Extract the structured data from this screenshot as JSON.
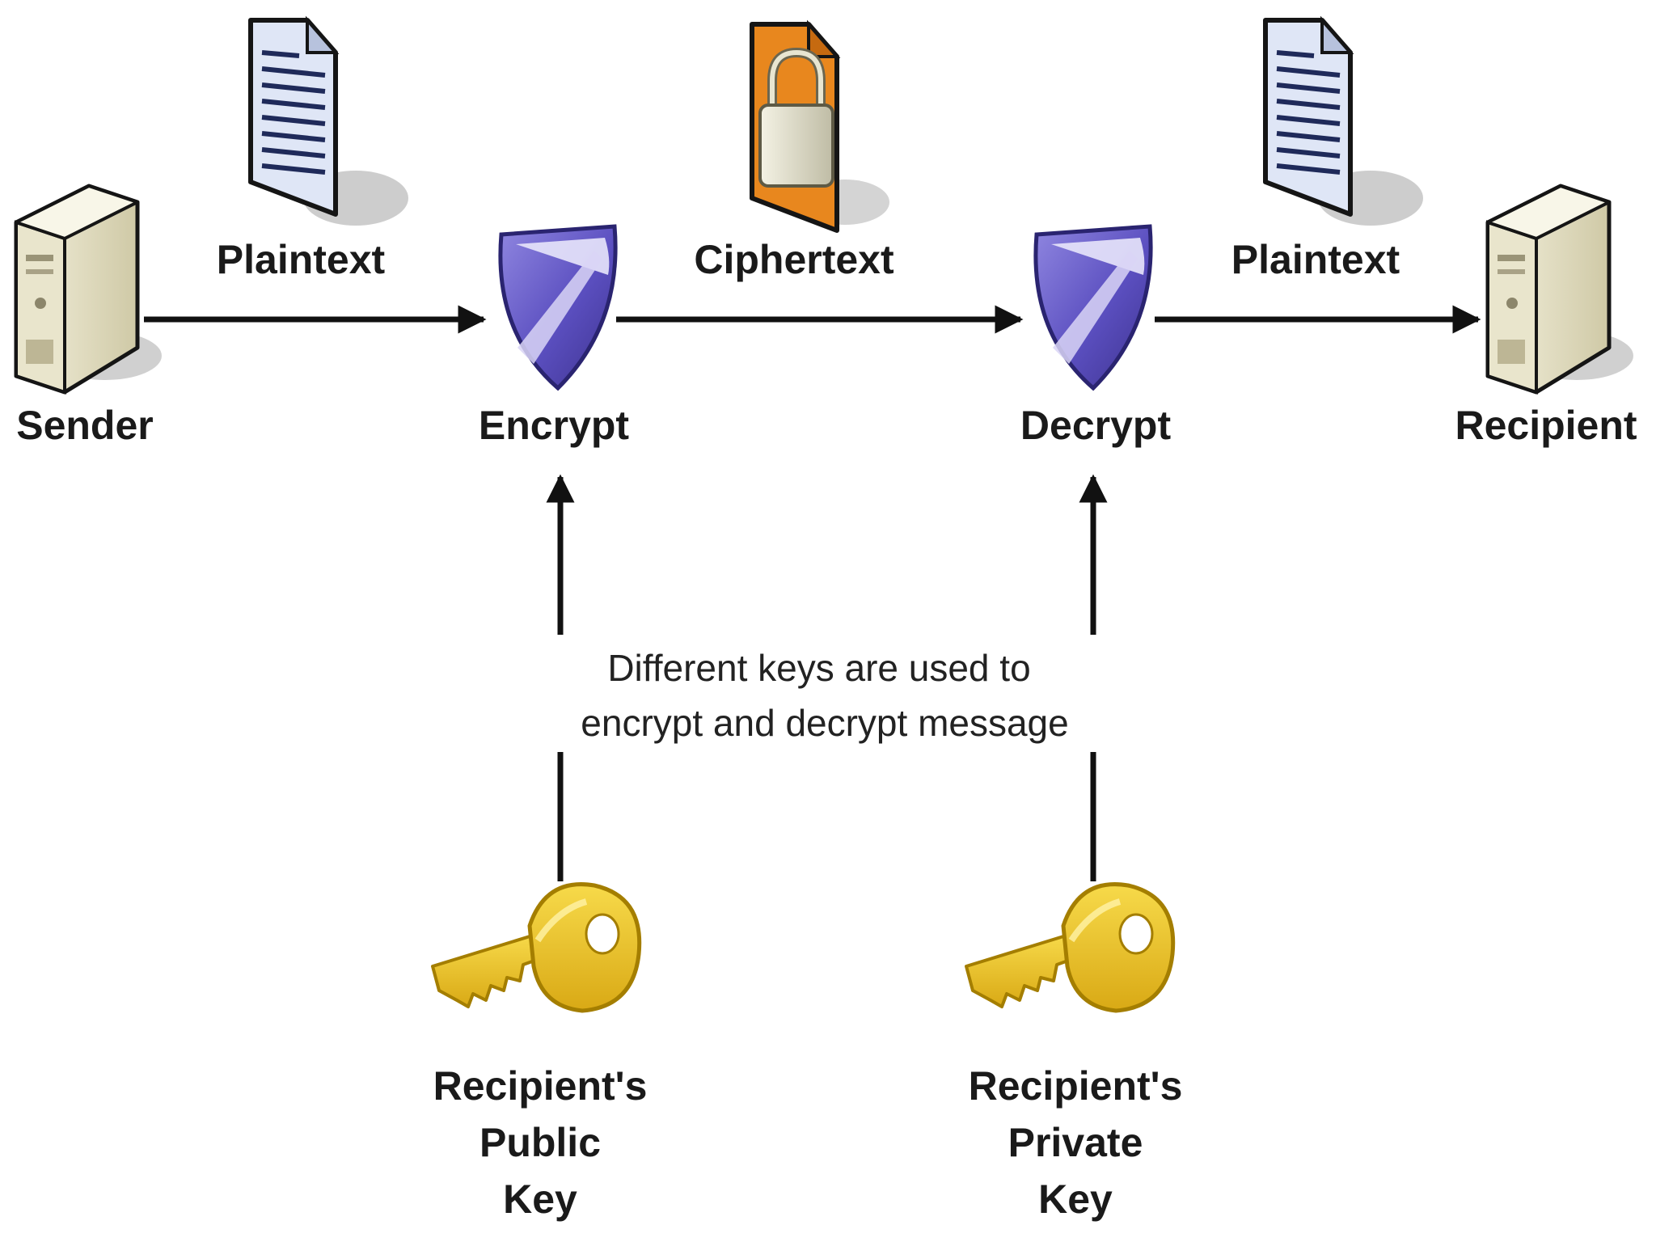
{
  "nodes": {
    "sender": "Sender",
    "encrypt": "Encrypt",
    "decrypt": "Decrypt",
    "recipient": "Recipient"
  },
  "edges": {
    "plaintext_in": "Plaintext",
    "ciphertext": "Ciphertext",
    "plaintext_out": "Plaintext"
  },
  "note": {
    "line1": "Different keys are used to",
    "line2": "encrypt and decrypt message"
  },
  "keys": {
    "public": {
      "line1": "Recipient's",
      "line2": "Public",
      "line3": "Key"
    },
    "private": {
      "line1": "Recipient's",
      "line2": "Private",
      "line3": "Key"
    }
  },
  "icons": {
    "server": "server-icon",
    "document": "document-icon",
    "locked_document": "locked-document-icon",
    "shield": "shield-icon",
    "key": "key-icon"
  },
  "colors": {
    "arrow": "#111111",
    "shield": "#6a5acd",
    "key": "#e8c02a",
    "cipher_doc": "#e8871e",
    "document": "#dfe6f6"
  }
}
